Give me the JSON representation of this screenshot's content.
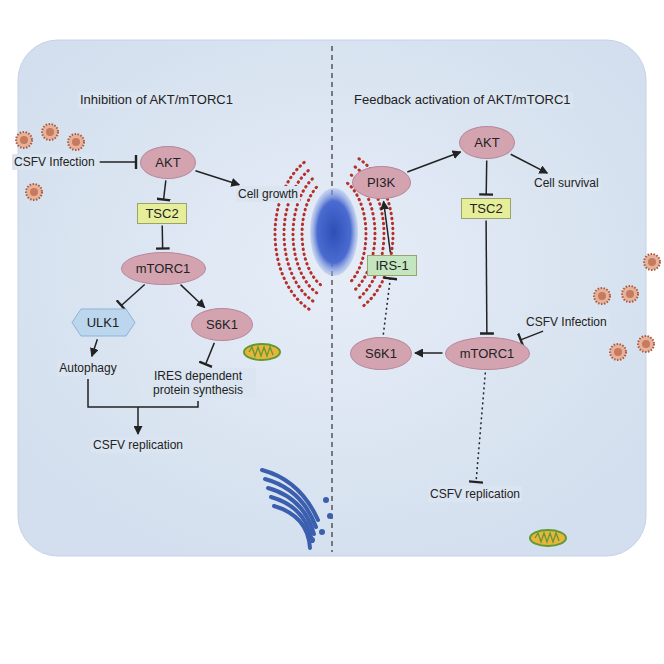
{
  "diagram": {
    "nodes": [
      {
        "text": [
          "AKT"
        ]
      },
      {
        "text": [
          "TSC2"
        ]
      },
      {
        "text": [
          "mTORC1"
        ]
      },
      {
        "text": [
          "ULK1"
        ]
      },
      {
        "text": [
          "S6K1"
        ]
      },
      {
        "text": [
          "AKT"
        ]
      },
      {
        "text": [
          "PI3K"
        ]
      },
      {
        "text": [
          "TSC2"
        ]
      },
      {
        "text": [
          "IRS-1"
        ]
      },
      {
        "text": [
          "S6K1"
        ]
      },
      {
        "text": [
          "mTORC1"
        ]
      }
    ],
    "edges": [
      {
        "from": 0,
        "to": 1,
        "arrow": "to"
      },
      {
        "from": 1,
        "to": 2,
        "arrow": "to"
      },
      {
        "from": 2,
        "to": 3,
        "arrow": "to"
      },
      {
        "from": 2,
        "to": 4,
        "arrow": "to"
      },
      {
        "from": 8,
        "to": 6,
        "arrow": "to"
      },
      {
        "from": 6,
        "to": 5,
        "arrow": "to"
      },
      {
        "from": 5,
        "to": 7,
        "arrow": "to"
      },
      {
        "from": 7,
        "to": 10,
        "arrow": "to"
      },
      {
        "from": 10,
        "to": 9,
        "arrow": "to"
      },
      {
        "from": 9,
        "to": 8,
        "arrow": "to"
      }
    ],
    "labels": [
      "Inhibition of AKT/mTORC1",
      "CSFV Infection",
      "Cell growth",
      "Autophagy",
      "IRES dependent protein synthesis",
      "CSFV replication",
      "Feedback activation of AKT/mTORC1",
      "Cell survival",
      "CSFV Infection",
      "CSFV replication"
    ]
  }
}
